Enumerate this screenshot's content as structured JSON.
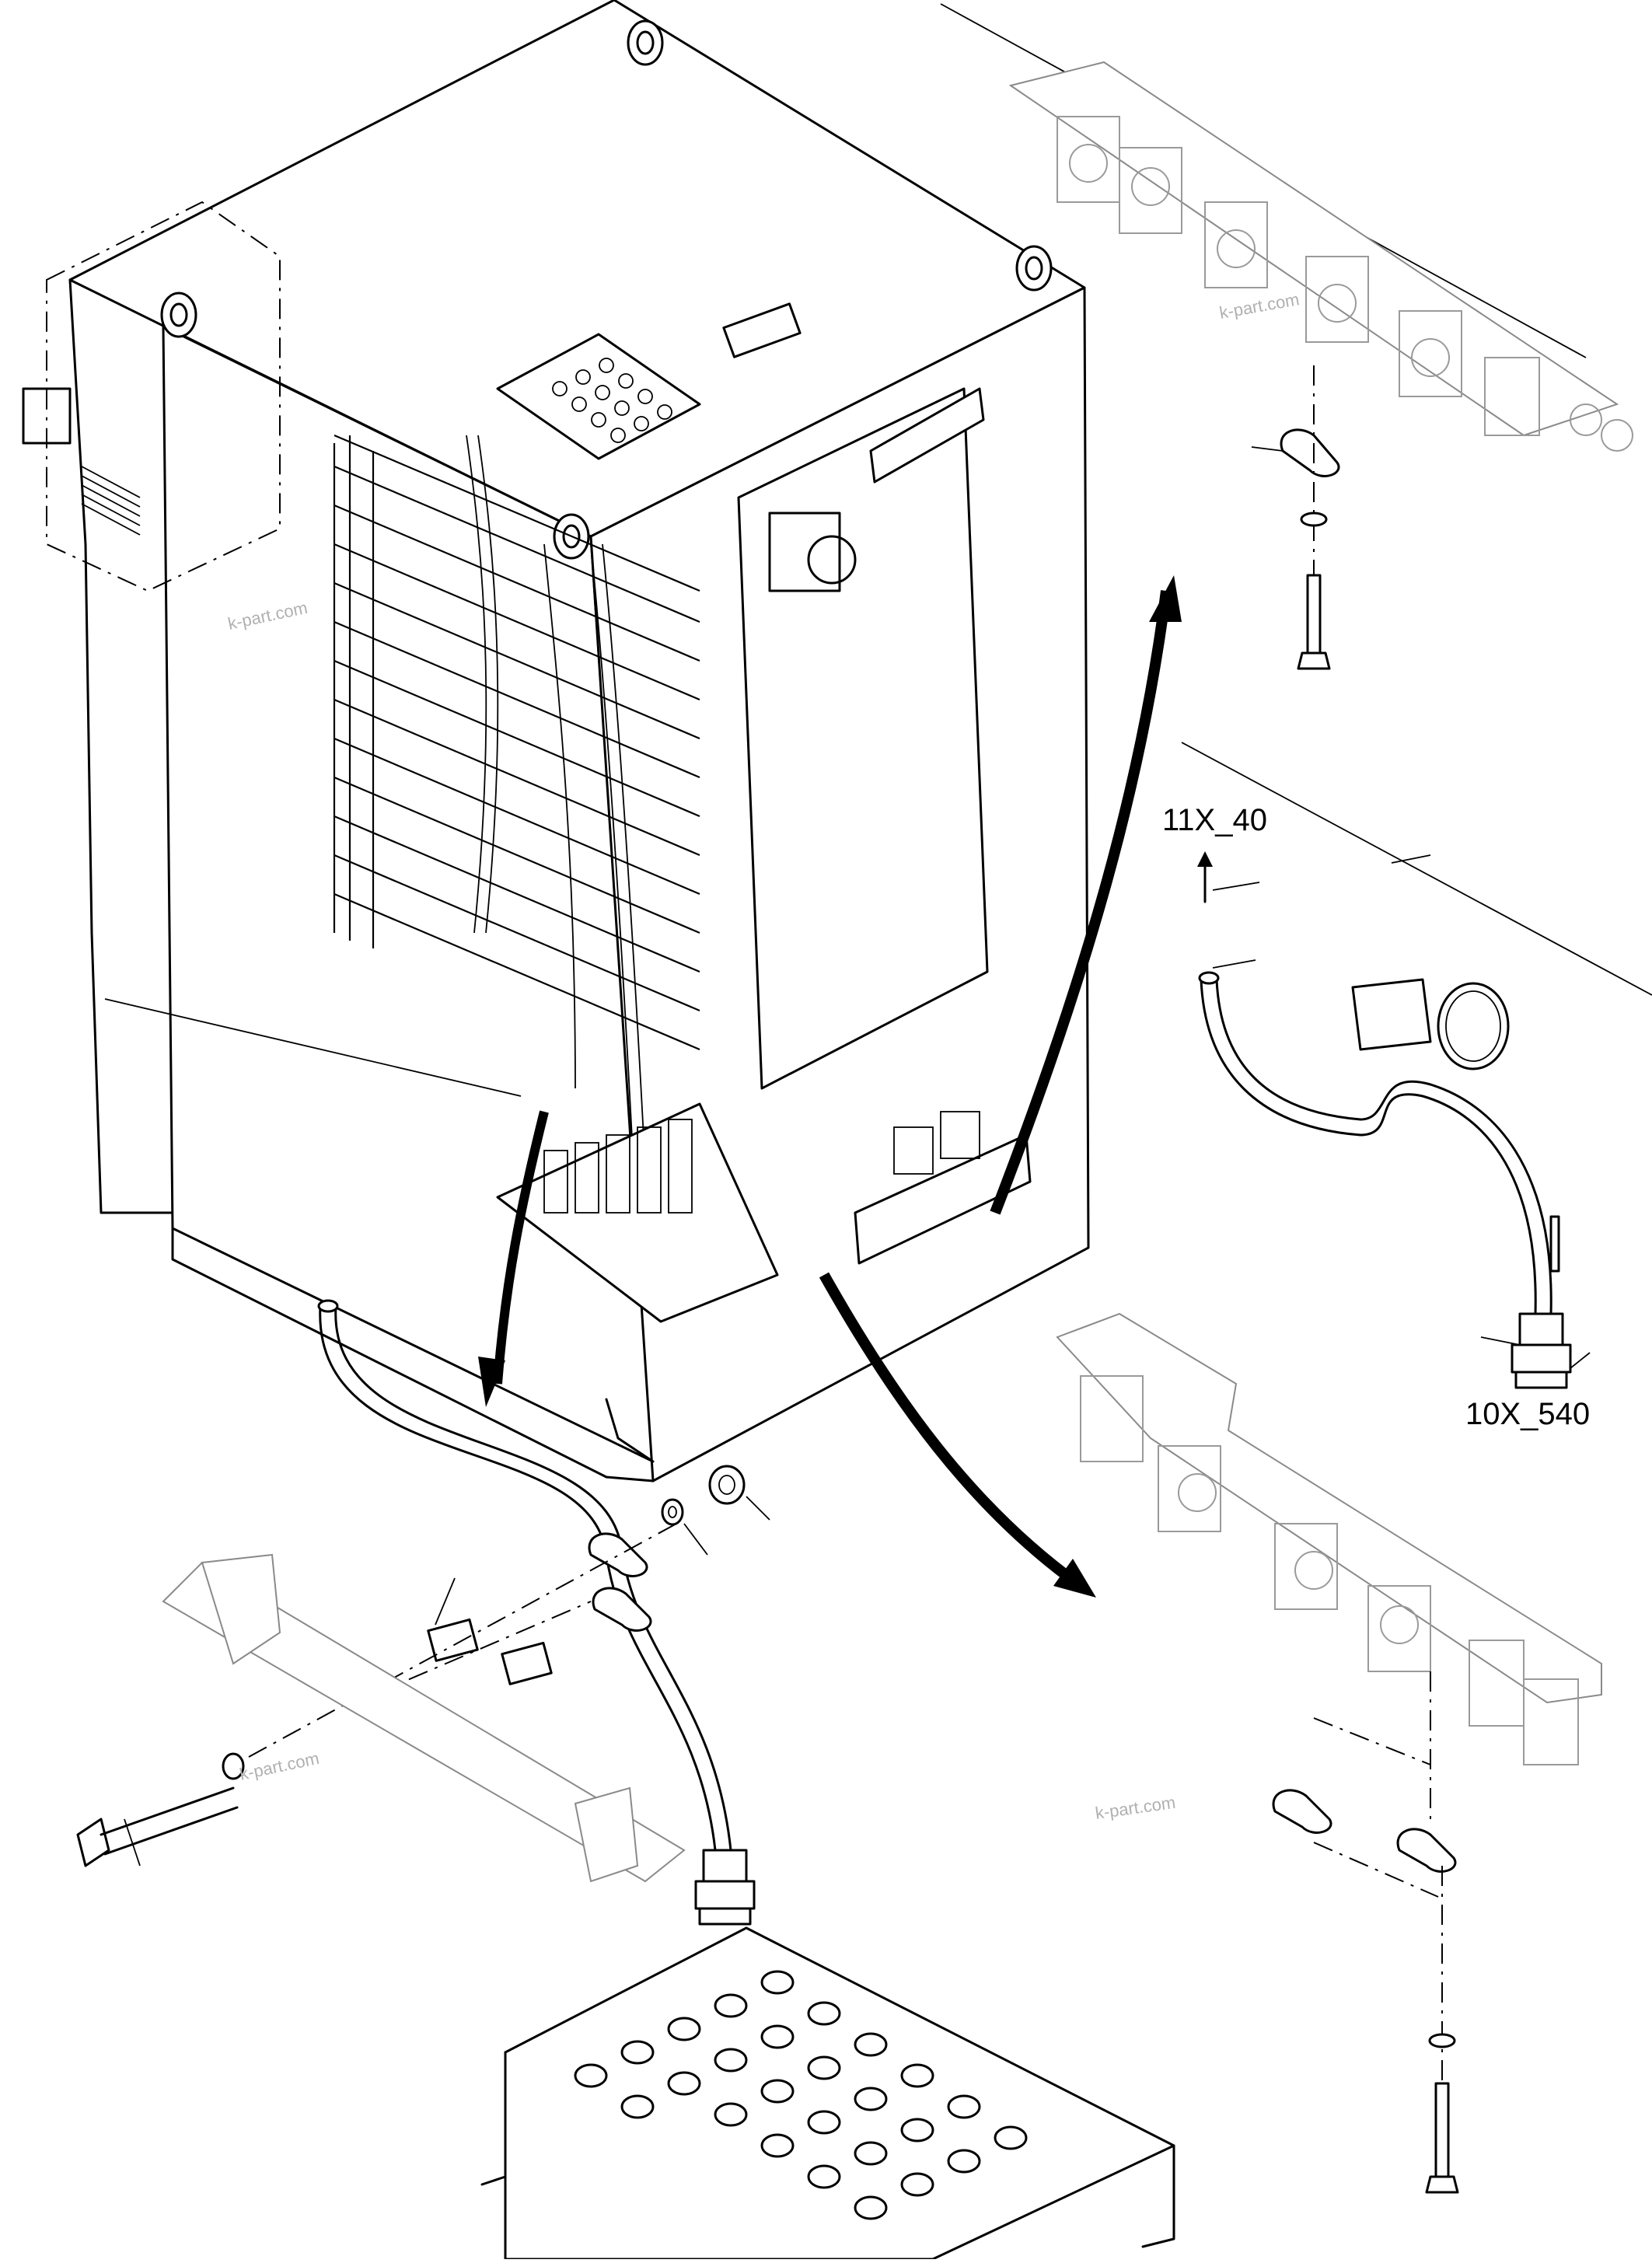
{
  "labels": {
    "connector_top": "11X_40",
    "connector_bottom": "10X_540"
  },
  "watermarks": [
    "k-part.com",
    "k-part.com",
    "k-part.com",
    "k-part.com"
  ]
}
